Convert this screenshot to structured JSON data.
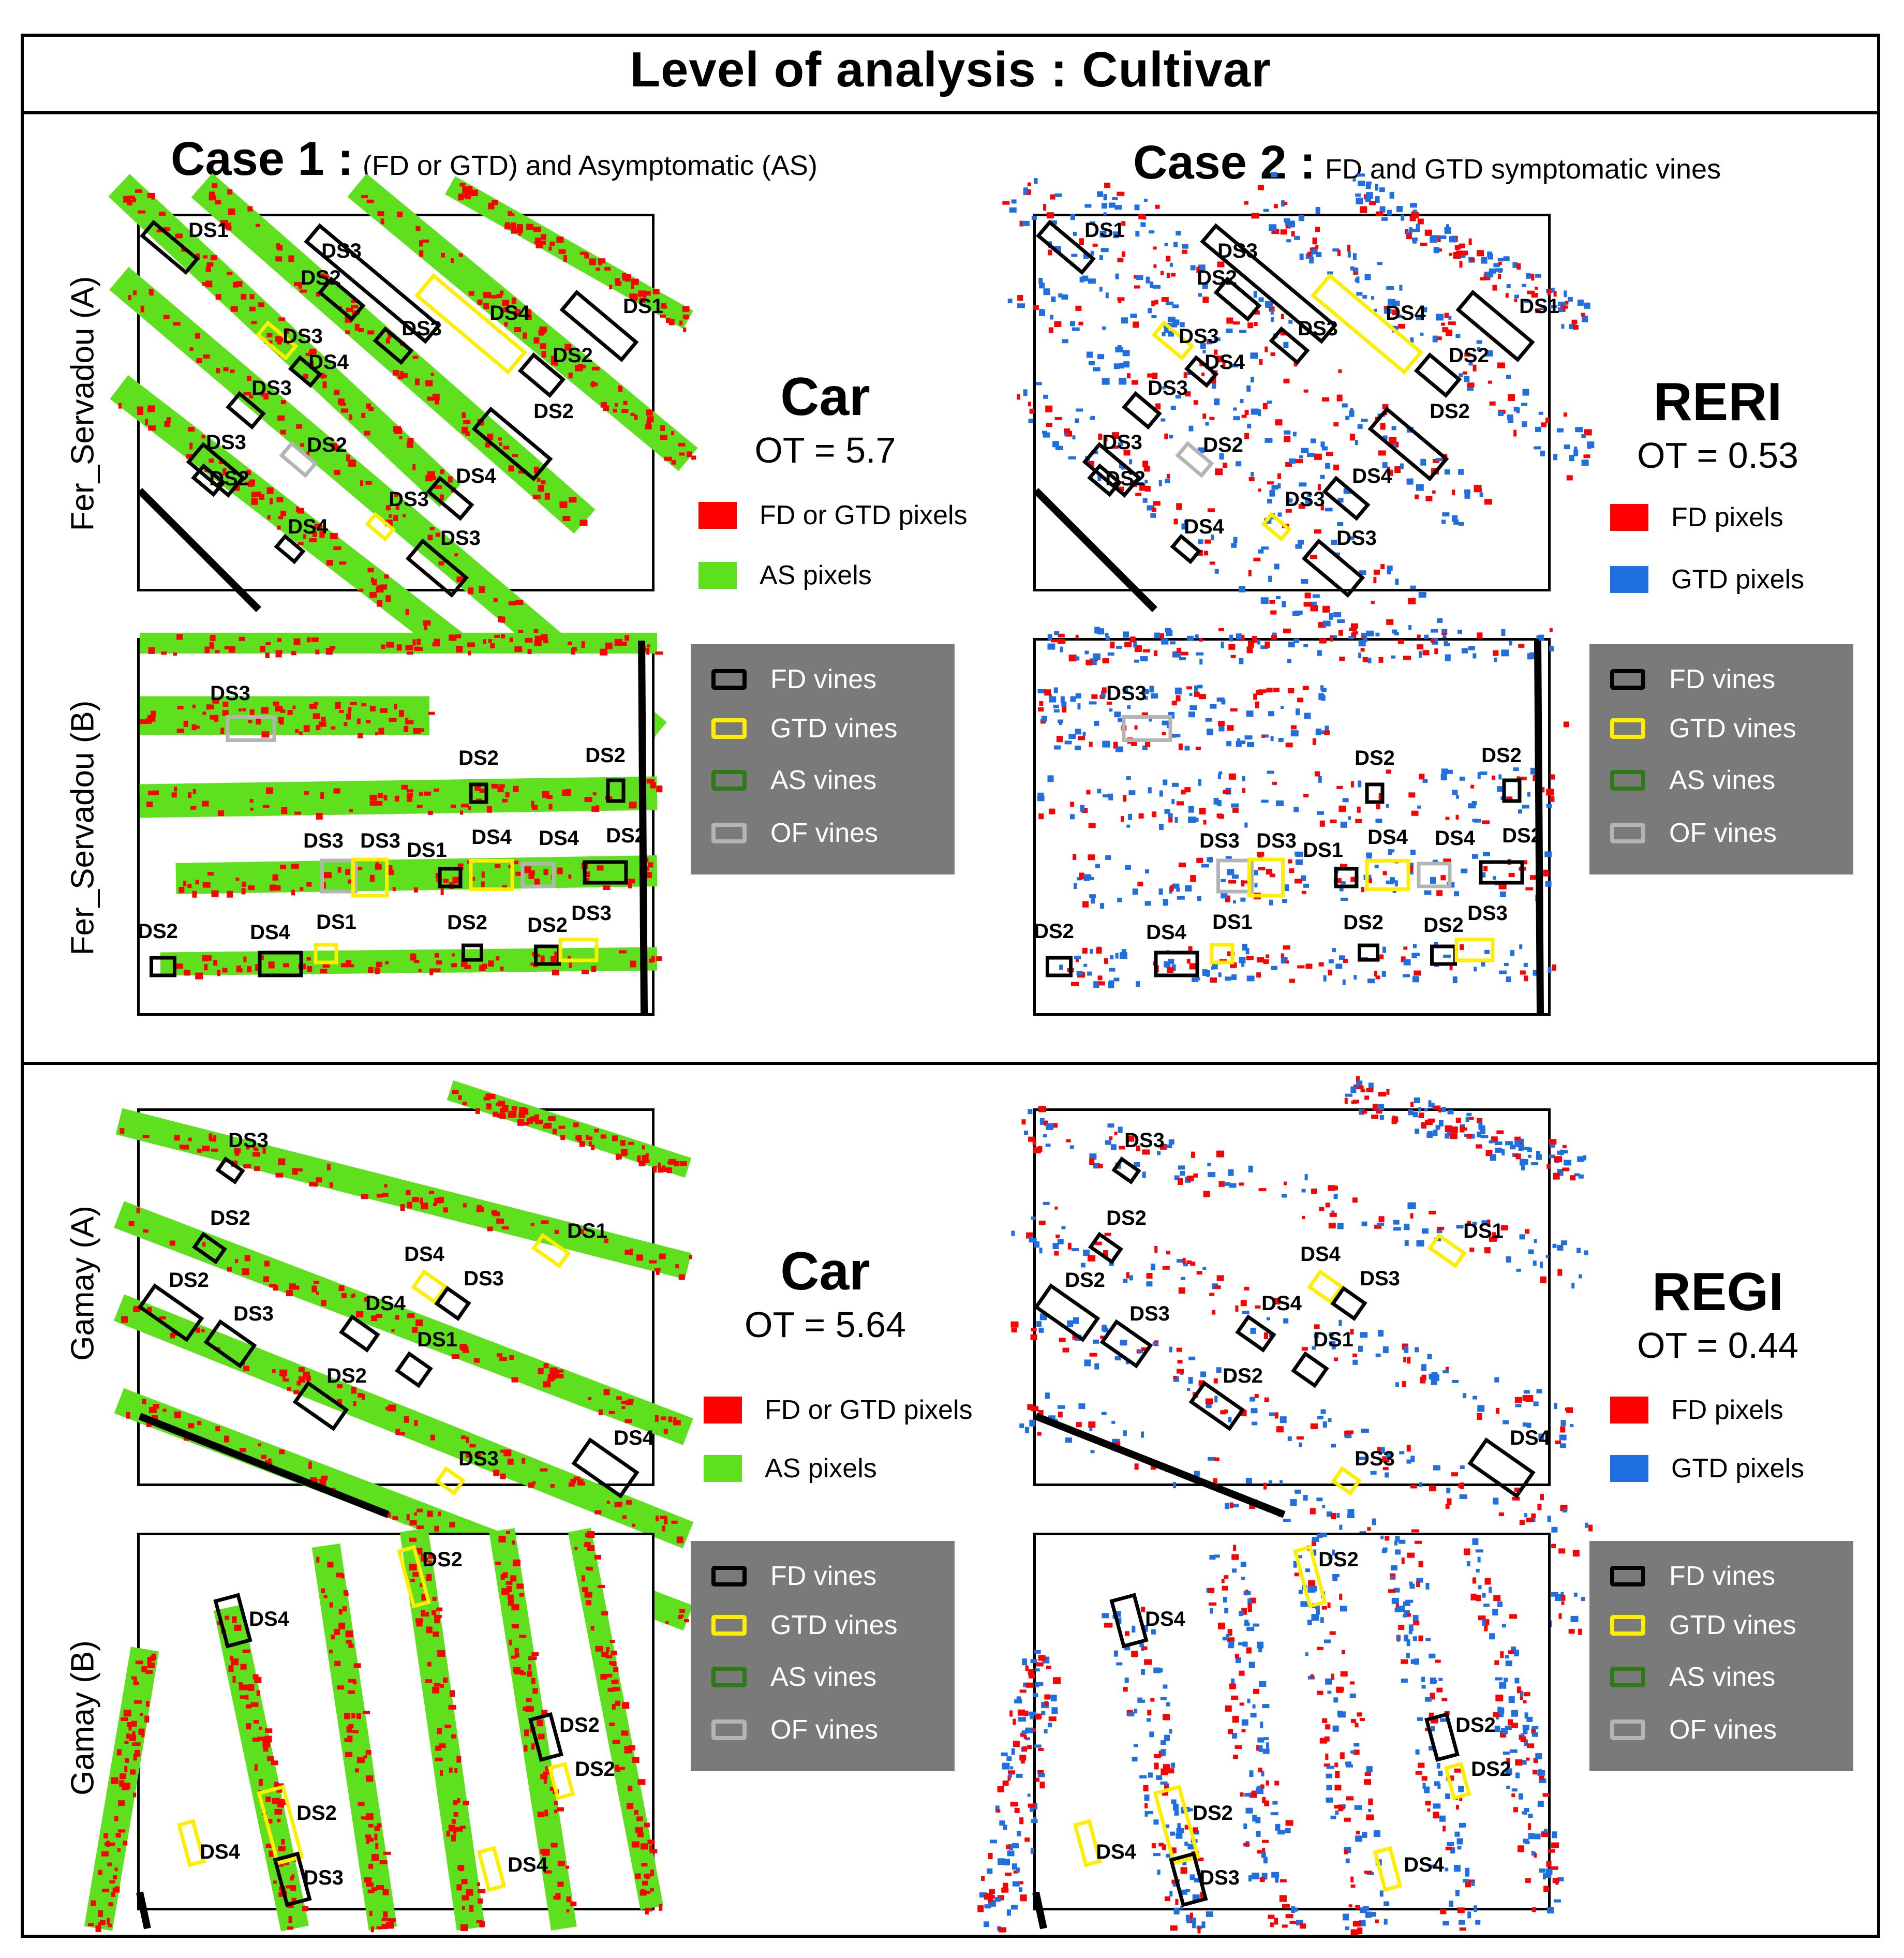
{
  "title": "Level of analysis :  Cultivar",
  "case1": {
    "label": "Case 1 :",
    "subtitle": "(FD or GTD) and  Asymptomatic (AS)"
  },
  "case2": {
    "label": "Case 2 :",
    "subtitle": "FD and GTD symptomatic vines"
  },
  "rows": {
    "fer_a": "Fer_Servadou (A)",
    "fer_b": "Fer_Servadou (B)",
    "gamay_a": "Gamay (A)",
    "gamay_b": "Gamay  (B)"
  },
  "indices": {
    "top_left": {
      "name": "Car",
      "ot": "OT = 5.7"
    },
    "top_right": {
      "name": "RERI",
      "ot": "OT = 0.53"
    },
    "bottom_left": {
      "name": "Car",
      "ot": "OT = 5.64"
    },
    "bottom_right": {
      "name": "REGI",
      "ot": "OT = 0.44"
    }
  },
  "pixel_legend_case1": {
    "symptom": "FD or GTD pixels",
    "as": "AS pixels"
  },
  "pixel_legend_case2": {
    "fd": "FD  pixels",
    "gtd": "GTD pixels"
  },
  "vine_legend": {
    "fd": "FD vines",
    "gtd": "GTD  vines",
    "as": "AS vines",
    "of": "OF vines"
  },
  "colors": {
    "symptom_red": "#ff0000",
    "as_green": "#5ee01e",
    "gtd_blue": "#1f6fe0",
    "fd_box": "#000000",
    "gtd_box": "#ffee00",
    "as_box": "#2e7a17",
    "of_box": "#b4b4b4",
    "legend_bg": "#7a7a7a"
  },
  "panels": {
    "fer_a": [
      {
        "l": "DS1",
        "c": "fd"
      },
      {
        "l": "DS3",
        "c": "fd"
      },
      {
        "l": "DS2",
        "c": "fd"
      },
      {
        "l": "DS4",
        "c": "gtd"
      },
      {
        "l": "DS1",
        "c": "fd"
      },
      {
        "l": "DS3",
        "c": "gtd"
      },
      {
        "l": "DS3",
        "c": "fd"
      },
      {
        "l": "DS4",
        "c": "fd"
      },
      {
        "l": "DS2",
        "c": "fd"
      },
      {
        "l": "DS3",
        "c": "fd"
      },
      {
        "l": "DS2",
        "c": "fd"
      },
      {
        "l": "DS2",
        "c": "of"
      },
      {
        "l": "DS3",
        "c": "fd"
      },
      {
        "l": "DS2",
        "c": "fd"
      },
      {
        "l": "DS4",
        "c": "fd"
      },
      {
        "l": "DS3",
        "c": "gtd"
      },
      {
        "l": "DS4",
        "c": "fd"
      },
      {
        "l": "DS3",
        "c": "fd"
      }
    ],
    "fer_b": [
      {
        "l": "DS3",
        "c": "of"
      },
      {
        "l": "DS2",
        "c": "fd"
      },
      {
        "l": "DS2",
        "c": "fd"
      },
      {
        "l": "DS3",
        "c": "of"
      },
      {
        "l": "DS3",
        "c": "gtd"
      },
      {
        "l": "DS1",
        "c": "fd"
      },
      {
        "l": "DS4",
        "c": "gtd"
      },
      {
        "l": "DS4",
        "c": "of"
      },
      {
        "l": "DS2",
        "c": "fd"
      },
      {
        "l": "DS2",
        "c": "fd"
      },
      {
        "l": "DS4",
        "c": "fd"
      },
      {
        "l": "DS1",
        "c": "gtd"
      },
      {
        "l": "DS2",
        "c": "fd"
      },
      {
        "l": "DS2",
        "c": "fd"
      },
      {
        "l": "DS3",
        "c": "gtd"
      }
    ],
    "gamay_a": [
      {
        "l": "DS3",
        "c": "fd"
      },
      {
        "l": "DS2",
        "c": "fd"
      },
      {
        "l": "DS1",
        "c": "gtd"
      },
      {
        "l": "DS4",
        "c": "gtd"
      },
      {
        "l": "DS3",
        "c": "fd"
      },
      {
        "l": "DS2",
        "c": "fd"
      },
      {
        "l": "DS3",
        "c": "fd"
      },
      {
        "l": "DS4",
        "c": "fd"
      },
      {
        "l": "DS1",
        "c": "fd"
      },
      {
        "l": "DS2",
        "c": "fd"
      },
      {
        "l": "DS4",
        "c": "fd"
      },
      {
        "l": "DS3",
        "c": "gtd"
      }
    ],
    "gamay_b": [
      {
        "l": "DS2",
        "c": "gtd"
      },
      {
        "l": "DS4",
        "c": "fd"
      },
      {
        "l": "DS2",
        "c": "fd"
      },
      {
        "l": "DS2",
        "c": "gtd"
      },
      {
        "l": "DS2",
        "c": "gtd"
      },
      {
        "l": "DS4",
        "c": "gtd"
      },
      {
        "l": "DS3",
        "c": "fd"
      },
      {
        "l": "DS4",
        "c": "gtd"
      }
    ]
  }
}
